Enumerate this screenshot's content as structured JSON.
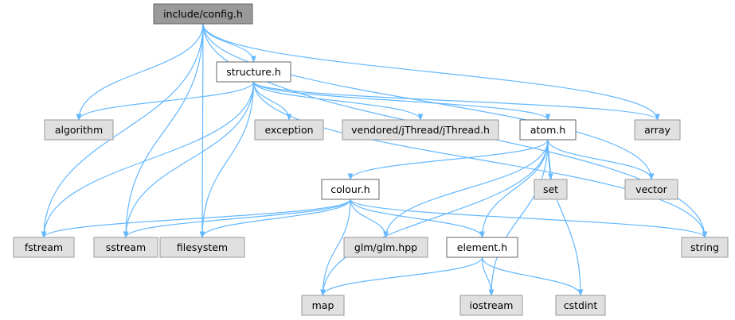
{
  "colors": {
    "edge": "#63b8ff",
    "current_fill": "#999999",
    "header_fill": "#ffffff",
    "system_fill": "#e0e0e0",
    "border_dark": "#666666",
    "border_system": "#999999"
  },
  "nodes": {
    "config": {
      "label": "include/config.h",
      "kind": "current"
    },
    "structure": {
      "label": "structure.h",
      "kind": "header"
    },
    "algorithm": {
      "label": "algorithm",
      "kind": "system"
    },
    "exception": {
      "label": "exception",
      "kind": "system"
    },
    "jthread": {
      "label": "vendored/jThread/jThread.h",
      "kind": "system"
    },
    "atom": {
      "label": "atom.h",
      "kind": "header"
    },
    "array": {
      "label": "array",
      "kind": "system"
    },
    "colour": {
      "label": "colour.h",
      "kind": "header"
    },
    "set": {
      "label": "set",
      "kind": "system"
    },
    "vector": {
      "label": "vector",
      "kind": "system"
    },
    "fstream": {
      "label": "fstream",
      "kind": "system"
    },
    "sstream": {
      "label": "sstream",
      "kind": "system"
    },
    "filesystem": {
      "label": "filesystem",
      "kind": "system"
    },
    "glm": {
      "label": "glm/glm.hpp",
      "kind": "system"
    },
    "element": {
      "label": "element.h",
      "kind": "header"
    },
    "string": {
      "label": "string",
      "kind": "system"
    },
    "map": {
      "label": "map",
      "kind": "system"
    },
    "iostream": {
      "label": "iostream",
      "kind": "system"
    },
    "cstdint": {
      "label": "cstdint",
      "kind": "system"
    }
  },
  "edges": [
    [
      "config",
      "structure"
    ],
    [
      "config",
      "algorithm"
    ],
    [
      "config",
      "array"
    ],
    [
      "config",
      "vector"
    ],
    [
      "config",
      "string"
    ],
    [
      "config",
      "fstream"
    ],
    [
      "config",
      "sstream"
    ],
    [
      "config",
      "filesystem"
    ],
    [
      "structure",
      "algorithm"
    ],
    [
      "structure",
      "exception"
    ],
    [
      "structure",
      "jthread"
    ],
    [
      "structure",
      "atom"
    ],
    [
      "structure",
      "array"
    ],
    [
      "structure",
      "string"
    ],
    [
      "structure",
      "fstream"
    ],
    [
      "structure",
      "sstream"
    ],
    [
      "structure",
      "filesystem"
    ],
    [
      "atom",
      "colour"
    ],
    [
      "atom",
      "set"
    ],
    [
      "atom",
      "vector"
    ],
    [
      "atom",
      "glm"
    ],
    [
      "atom",
      "element"
    ],
    [
      "atom",
      "map"
    ],
    [
      "atom",
      "iostream"
    ],
    [
      "atom",
      "cstdint"
    ],
    [
      "colour",
      "fstream"
    ],
    [
      "colour",
      "sstream"
    ],
    [
      "colour",
      "filesystem"
    ],
    [
      "colour",
      "glm"
    ],
    [
      "colour",
      "element"
    ],
    [
      "colour",
      "string"
    ],
    [
      "colour",
      "map"
    ],
    [
      "element",
      "map"
    ],
    [
      "element",
      "iostream"
    ],
    [
      "element",
      "cstdint"
    ]
  ]
}
